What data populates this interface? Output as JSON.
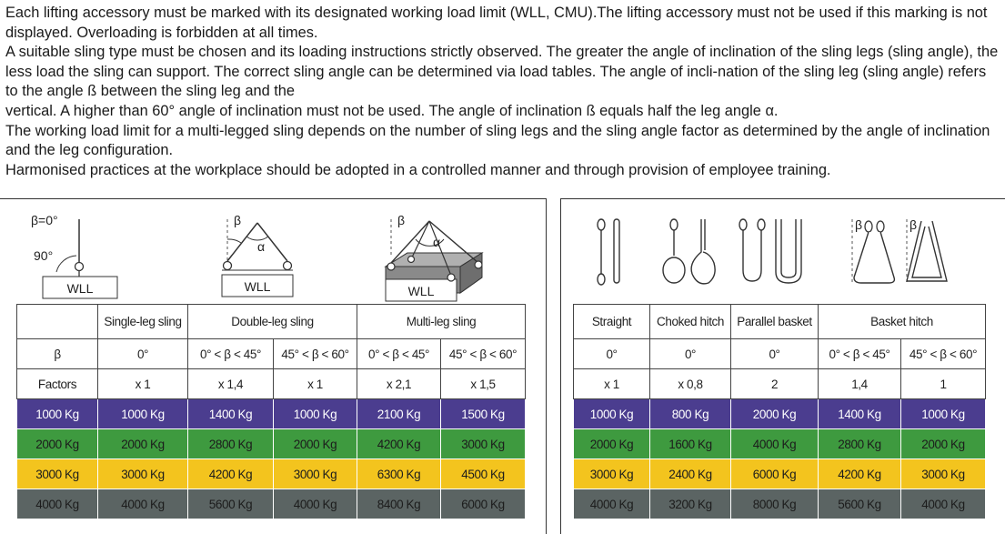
{
  "intro": {
    "paragraphs": [
      "Each lifting accessory must be marked with its designated working load limit (WLL, CMU).The lifting accessory must not be used if this marking is not displayed. Overloading is forbidden at all times.",
      "A suitable sling type must be chosen and its loading instructions strictly observed. The greater the angle of inclination of the sling legs (sling angle), the less load the sling can support. The correct sling angle can be determined via load tables. The angle of incli-nation of the sling leg (sling angle) refers to the angle ß between the sling leg and the",
      "vertical. A higher than 60° angle of inclination must not be used. The angle of inclination ß equals half the leg angle α.",
      "The working load limit for a multi-legged sling depends on the number of sling legs and the sling angle factor as determined by the angle of inclination and the leg configuration.",
      "Harmonised practices at the workplace should be adopted in a controlled manner and through provision of employee training."
    ]
  },
  "diagrams": {
    "single": {
      "beta": "β=0°",
      "angle": "90°",
      "box": "WLL"
    },
    "double": {
      "beta": "β",
      "alpha": "α",
      "box": "WLL"
    },
    "multi": {
      "beta": "β",
      "alpha": "α",
      "box": "WLL"
    },
    "hitch_beta_1": "β",
    "hitch_beta_2": "β"
  },
  "left_table": {
    "headers": [
      "",
      "Single-leg sling",
      "Double-leg sling",
      "Multi-leg sling"
    ],
    "beta_row": [
      "β",
      "0°",
      "0° < β < 45°",
      "45° < β < 60°",
      "0° < β < 45°",
      "45° < β < 60°"
    ],
    "factors_row": [
      "Factors",
      "x 1",
      "x 1,4",
      "x 1",
      "x 2,1",
      "x 1,5"
    ],
    "rows": [
      [
        "1000 Kg",
        "1000 Kg",
        "1400 Kg",
        "1000 Kg",
        "2100 Kg",
        "1500 Kg"
      ],
      [
        "2000 Kg",
        "2000 Kg",
        "2800 Kg",
        "2000 Kg",
        "4200 Kg",
        "3000 Kg"
      ],
      [
        "3000 Kg",
        "3000 Kg",
        "4200 Kg",
        "3000 Kg",
        "6300 Kg",
        "4500 Kg"
      ],
      [
        "4000 Kg",
        "4000 Kg",
        "5600 Kg",
        "4000 Kg",
        "8400 Kg",
        "6000 Kg"
      ]
    ]
  },
  "right_table": {
    "headers": [
      "Straight",
      "Choked hitch",
      "Parallel basket",
      "Basket hitch"
    ],
    "beta_row": [
      "0°",
      "0°",
      "0°",
      "0° < β < 45°",
      "45° < β < 60°"
    ],
    "factors_row": [
      "x 1",
      "x 0,8",
      "2",
      "1,4",
      "1"
    ],
    "rows": [
      [
        "1000 Kg",
        "800 Kg",
        "2000 Kg",
        "1400 Kg",
        "1000 Kg"
      ],
      [
        "2000 Kg",
        "1600 Kg",
        "4000 Kg",
        "2800 Kg",
        "2000 Kg"
      ],
      [
        "3000 Kg",
        "2400 Kg",
        "6000 Kg",
        "4200 Kg",
        "3000 Kg"
      ],
      [
        "4000 Kg",
        "3200 Kg",
        "8000 Kg",
        "5600 Kg",
        "4000 Kg"
      ]
    ]
  },
  "colors": {
    "row_1000": "#4b3d8f",
    "row_2000": "#3e9a3f",
    "row_3000": "#f3c41e",
    "row_4000": "#5b6463"
  }
}
